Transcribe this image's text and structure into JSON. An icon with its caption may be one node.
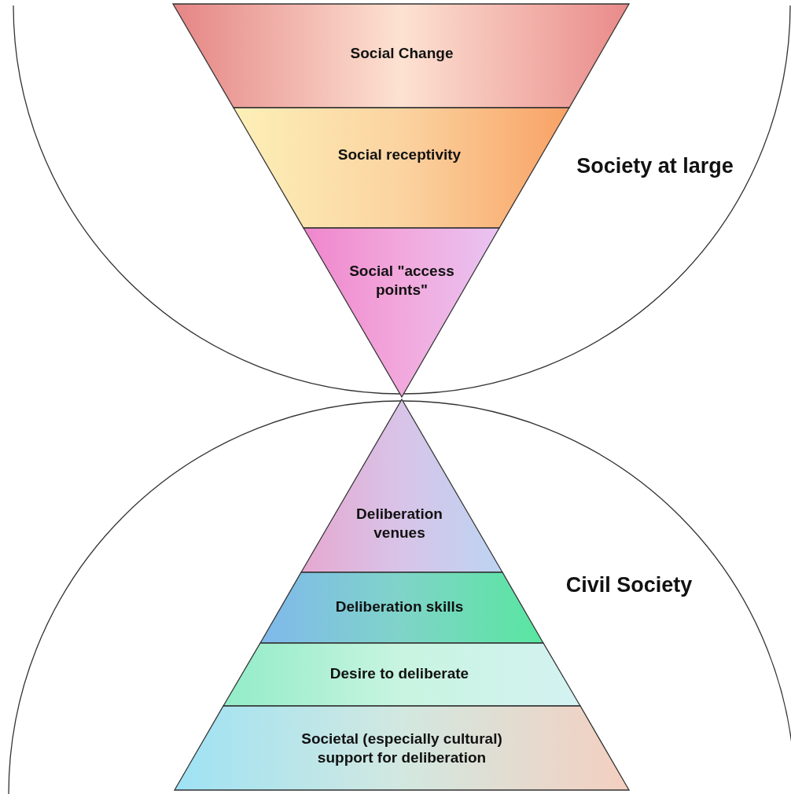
{
  "diagram": {
    "nodes": [
      {
        "text": [
          "Society at large"
        ]
      },
      {
        "text": [
          "Social Change"
        ],
        "in": 0
      },
      {
        "text": [
          "Social receptivity"
        ],
        "in": 0
      },
      {
        "text": [
          "Social \"access points\""
        ],
        "in": 0
      },
      {
        "text": [
          "Civil Society"
        ]
      },
      {
        "text": [
          "Deliberation venues"
        ],
        "in": 4
      },
      {
        "text": [
          "Deliberation skills"
        ],
        "in": 4
      },
      {
        "text": [
          "Desire to deliberate"
        ],
        "in": 4
      },
      {
        "text": [
          "Societal (especially cultural) support for deliberation"
        ],
        "in": 4
      }
    ]
  }
}
